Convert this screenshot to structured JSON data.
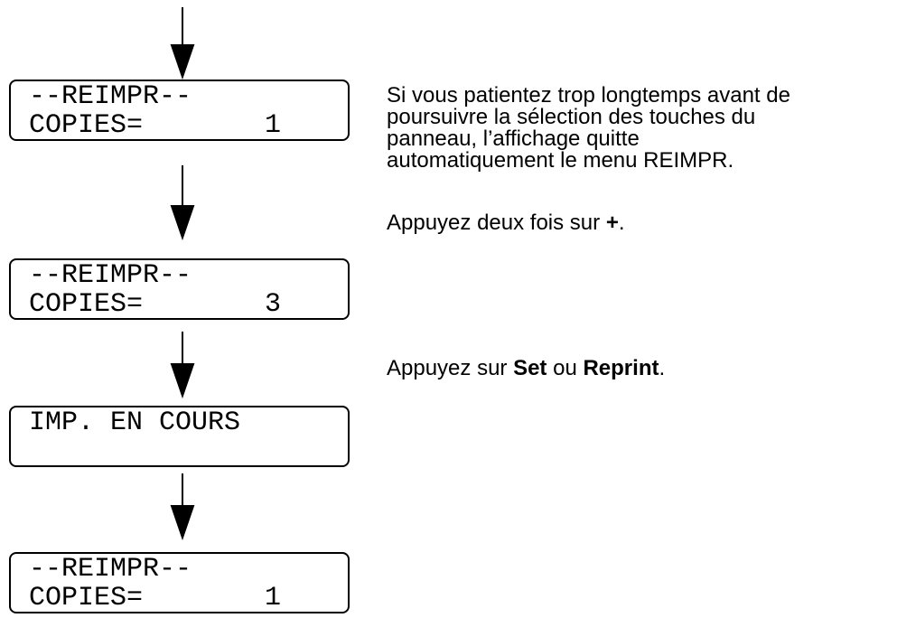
{
  "displays": [
    {
      "line1": "--REIMPR--",
      "line2": "COPIES=",
      "value": "1"
    },
    {
      "line1": "--REIMPR--",
      "line2": "COPIES=",
      "value": "3"
    },
    {
      "line1": "IMP. EN COURS",
      "line2": "",
      "value": ""
    },
    {
      "line1": "--REIMPR--",
      "line2": "COPIES=",
      "value": "1"
    }
  ],
  "notes": {
    "timeout_lines": [
      "Si vous patientez trop longtemps avant de",
      "poursuivre la sélection des touches du",
      "panneau, l’affichage quitte",
      "automatiquement le menu REIMPR."
    ],
    "step_plus": {
      "prefix": "Appuyez deux fois sur ",
      "key": "+",
      "suffix": "."
    },
    "step_set": {
      "prefix": "Appuyez sur ",
      "key1": "Set",
      "mid": " ou ",
      "key2": "Reprint",
      "suffix": "."
    }
  }
}
